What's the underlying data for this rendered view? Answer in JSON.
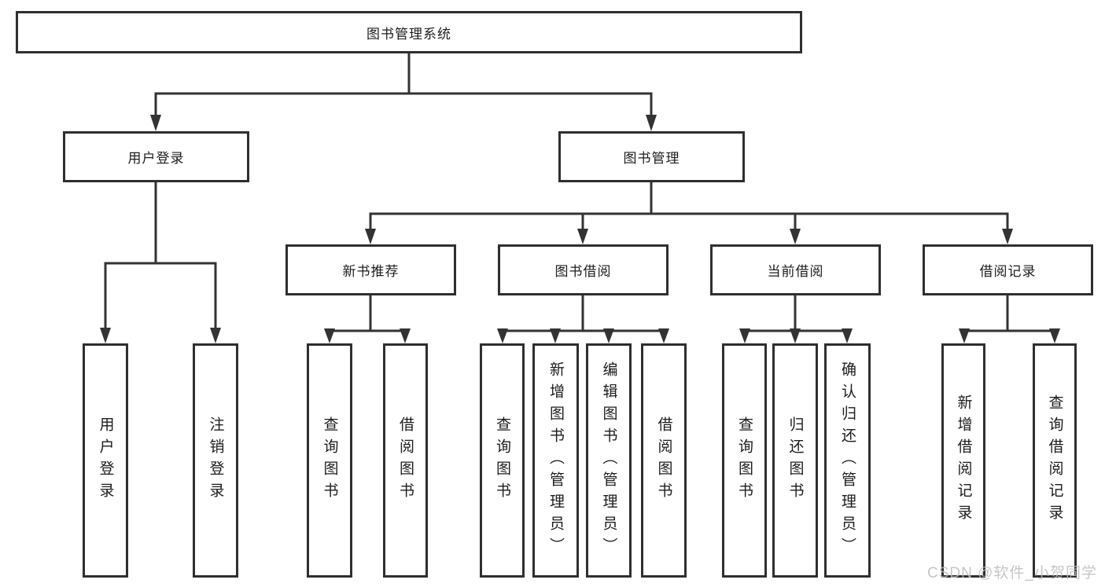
{
  "tree": {
    "label": "图书管理系统",
    "children": [
      {
        "label": "用户登录",
        "children": [
          {
            "label": "用户登录"
          },
          {
            "label": "注销登录"
          }
        ]
      },
      {
        "label": "图书管理",
        "children": [
          {
            "label": "新书推荐",
            "children": [
              {
                "label": "查询图书"
              },
              {
                "label": "借阅图书"
              }
            ]
          },
          {
            "label": "图书借阅",
            "children": [
              {
                "label": "查询图书"
              },
              {
                "label": "新增图书（管理员）"
              },
              {
                "label": "编辑图书（管理员）"
              },
              {
                "label": "借阅图书"
              }
            ]
          },
          {
            "label": "当前借阅",
            "children": [
              {
                "label": "查询图书"
              },
              {
                "label": "归还图书"
              },
              {
                "label": "确认归还（管理员）"
              }
            ]
          },
          {
            "label": "借阅记录",
            "children": [
              {
                "label": "新增借阅记录"
              },
              {
                "label": "查询借阅记录"
              }
            ]
          }
        ]
      }
    ]
  },
  "watermark": "CSDN @软件_小贺同学",
  "colors": {
    "line": "#333333",
    "box_border": "#2f2f2f",
    "box_bg": "#ffffff",
    "text": "#1c1c1c",
    "watermark": "#bdbdbd"
  }
}
